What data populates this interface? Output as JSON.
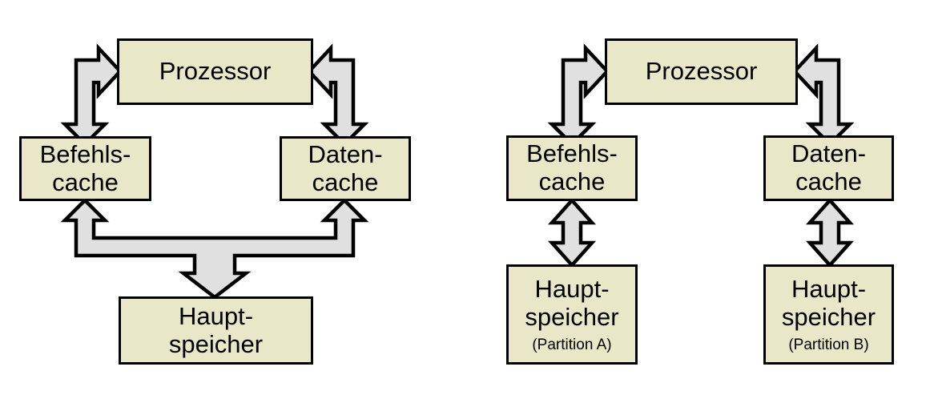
{
  "diagram": {
    "type": "block-diagram",
    "title_visible": false,
    "colors": {
      "box_fill": "#e8e8c8",
      "box_stroke": "#000000",
      "arrow_fill": "#e0e0e0",
      "arrow_stroke": "#000000",
      "background": "#ffffff"
    },
    "panels": [
      {
        "id": "harvard-shared-memory",
        "side": "left",
        "nodes": [
          {
            "id": "left-prozessor",
            "name": "processor-box",
            "line1": "Prozessor",
            "line2": "",
            "sublabel": ""
          },
          {
            "id": "left-befehlscache",
            "name": "instruction-cache-box",
            "line1": "Befehls-",
            "line2": "cache",
            "sublabel": ""
          },
          {
            "id": "left-datencache",
            "name": "data-cache-box",
            "line1": "Daten-",
            "line2": "cache",
            "sublabel": ""
          },
          {
            "id": "left-hauptspeicher",
            "name": "main-memory-box",
            "line1": "Haupt-",
            "line2": "speicher",
            "sublabel": ""
          }
        ],
        "connections": [
          {
            "id": "left-conn-proc-icache",
            "name": "processor-instruction-cache-connector",
            "from": "left-befehlscache",
            "to": "left-prozessor",
            "style": "elbow-double-head"
          },
          {
            "id": "left-conn-proc-dcache",
            "name": "processor-data-cache-connector",
            "from": "left-datencache",
            "to": "left-prozessor",
            "style": "elbow-double-head-mirrored"
          },
          {
            "id": "left-conn-memory-bus",
            "name": "shared-memory-bus-connector",
            "from": "left-hauptspeicher",
            "to": "left-befehlscache, left-datencache",
            "style": "three-way-merge"
          }
        ]
      },
      {
        "id": "harvard-partitioned-memory",
        "side": "right",
        "nodes": [
          {
            "id": "right-prozessor",
            "name": "processor-box",
            "line1": "Prozessor",
            "line2": "",
            "sublabel": ""
          },
          {
            "id": "right-befehlscache",
            "name": "instruction-cache-box",
            "line1": "Befehls-",
            "line2": "cache",
            "sublabel": ""
          },
          {
            "id": "right-datencache",
            "name": "data-cache-box",
            "line1": "Daten-",
            "line2": "cache",
            "sublabel": ""
          },
          {
            "id": "right-hauptspeicher-a",
            "name": "main-memory-partition-a-box",
            "line1": "Haupt-",
            "line2": "speicher",
            "sublabel": "(Partition A)"
          },
          {
            "id": "right-hauptspeicher-b",
            "name": "main-memory-partition-b-box",
            "line1": "Haupt-",
            "line2": "speicher",
            "sublabel": "(Partition B)"
          }
        ],
        "connections": [
          {
            "id": "right-conn-proc-icache",
            "name": "processor-instruction-cache-connector",
            "from": "right-befehlscache",
            "to": "right-prozessor",
            "style": "elbow-double-head"
          },
          {
            "id": "right-conn-proc-dcache",
            "name": "processor-data-cache-connector",
            "from": "right-datencache",
            "to": "right-prozessor",
            "style": "elbow-double-head-mirrored"
          },
          {
            "id": "right-conn-icache-mem-a",
            "name": "instruction-cache-memory-a-connector",
            "from": "right-befehlscache",
            "to": "right-hauptspeicher-a",
            "style": "vertical-double-head"
          },
          {
            "id": "right-conn-dcache-mem-b",
            "name": "data-cache-memory-b-connector",
            "from": "right-datencache",
            "to": "right-hauptspeicher-b",
            "style": "vertical-double-head"
          }
        ]
      }
    ]
  }
}
